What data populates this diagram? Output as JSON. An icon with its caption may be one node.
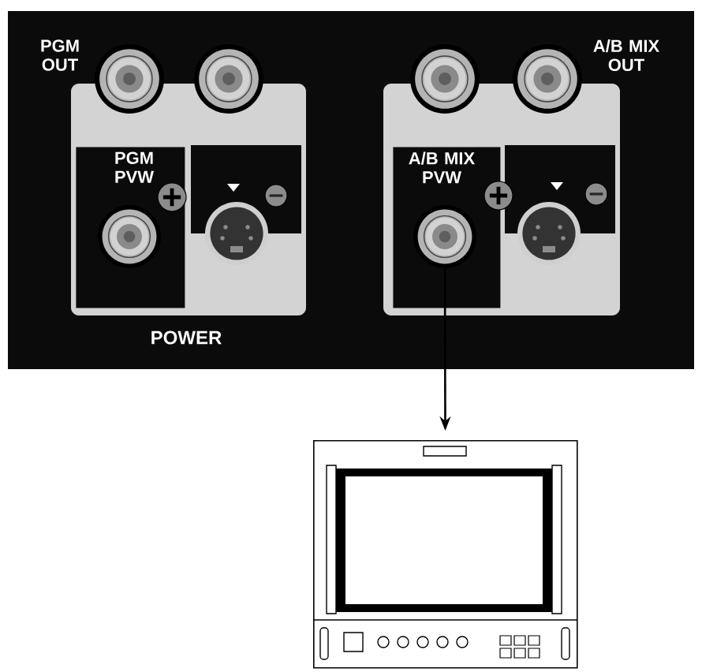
{
  "diagram": {
    "nodes": [
      {
        "text": [],
        "shape": "circle",
        "beside": [
          "PGM OUT"
        ]
      },
      {
        "text": [],
        "shape": "circle"
      },
      {
        "text": [],
        "shape": "circle"
      },
      {
        "text": [],
        "shape": "circle",
        "beside": [
          "A/B MIX OUT"
        ]
      },
      {
        "text": [
          "PGM PVW"
        ]
      },
      {
        "text": [],
        "shape": "circle",
        "in": 4
      },
      {
        "text": [
          "A/B MIX PVW"
        ]
      },
      {
        "text": [],
        "shape": "circle",
        "in": 6
      },
      {
        "text": [],
        "shape": "picture"
      }
    ],
    "edges": [
      {
        "from": 7,
        "to": 8,
        "arrow": "to"
      }
    ],
    "labels": [
      "POWER"
    ]
  }
}
